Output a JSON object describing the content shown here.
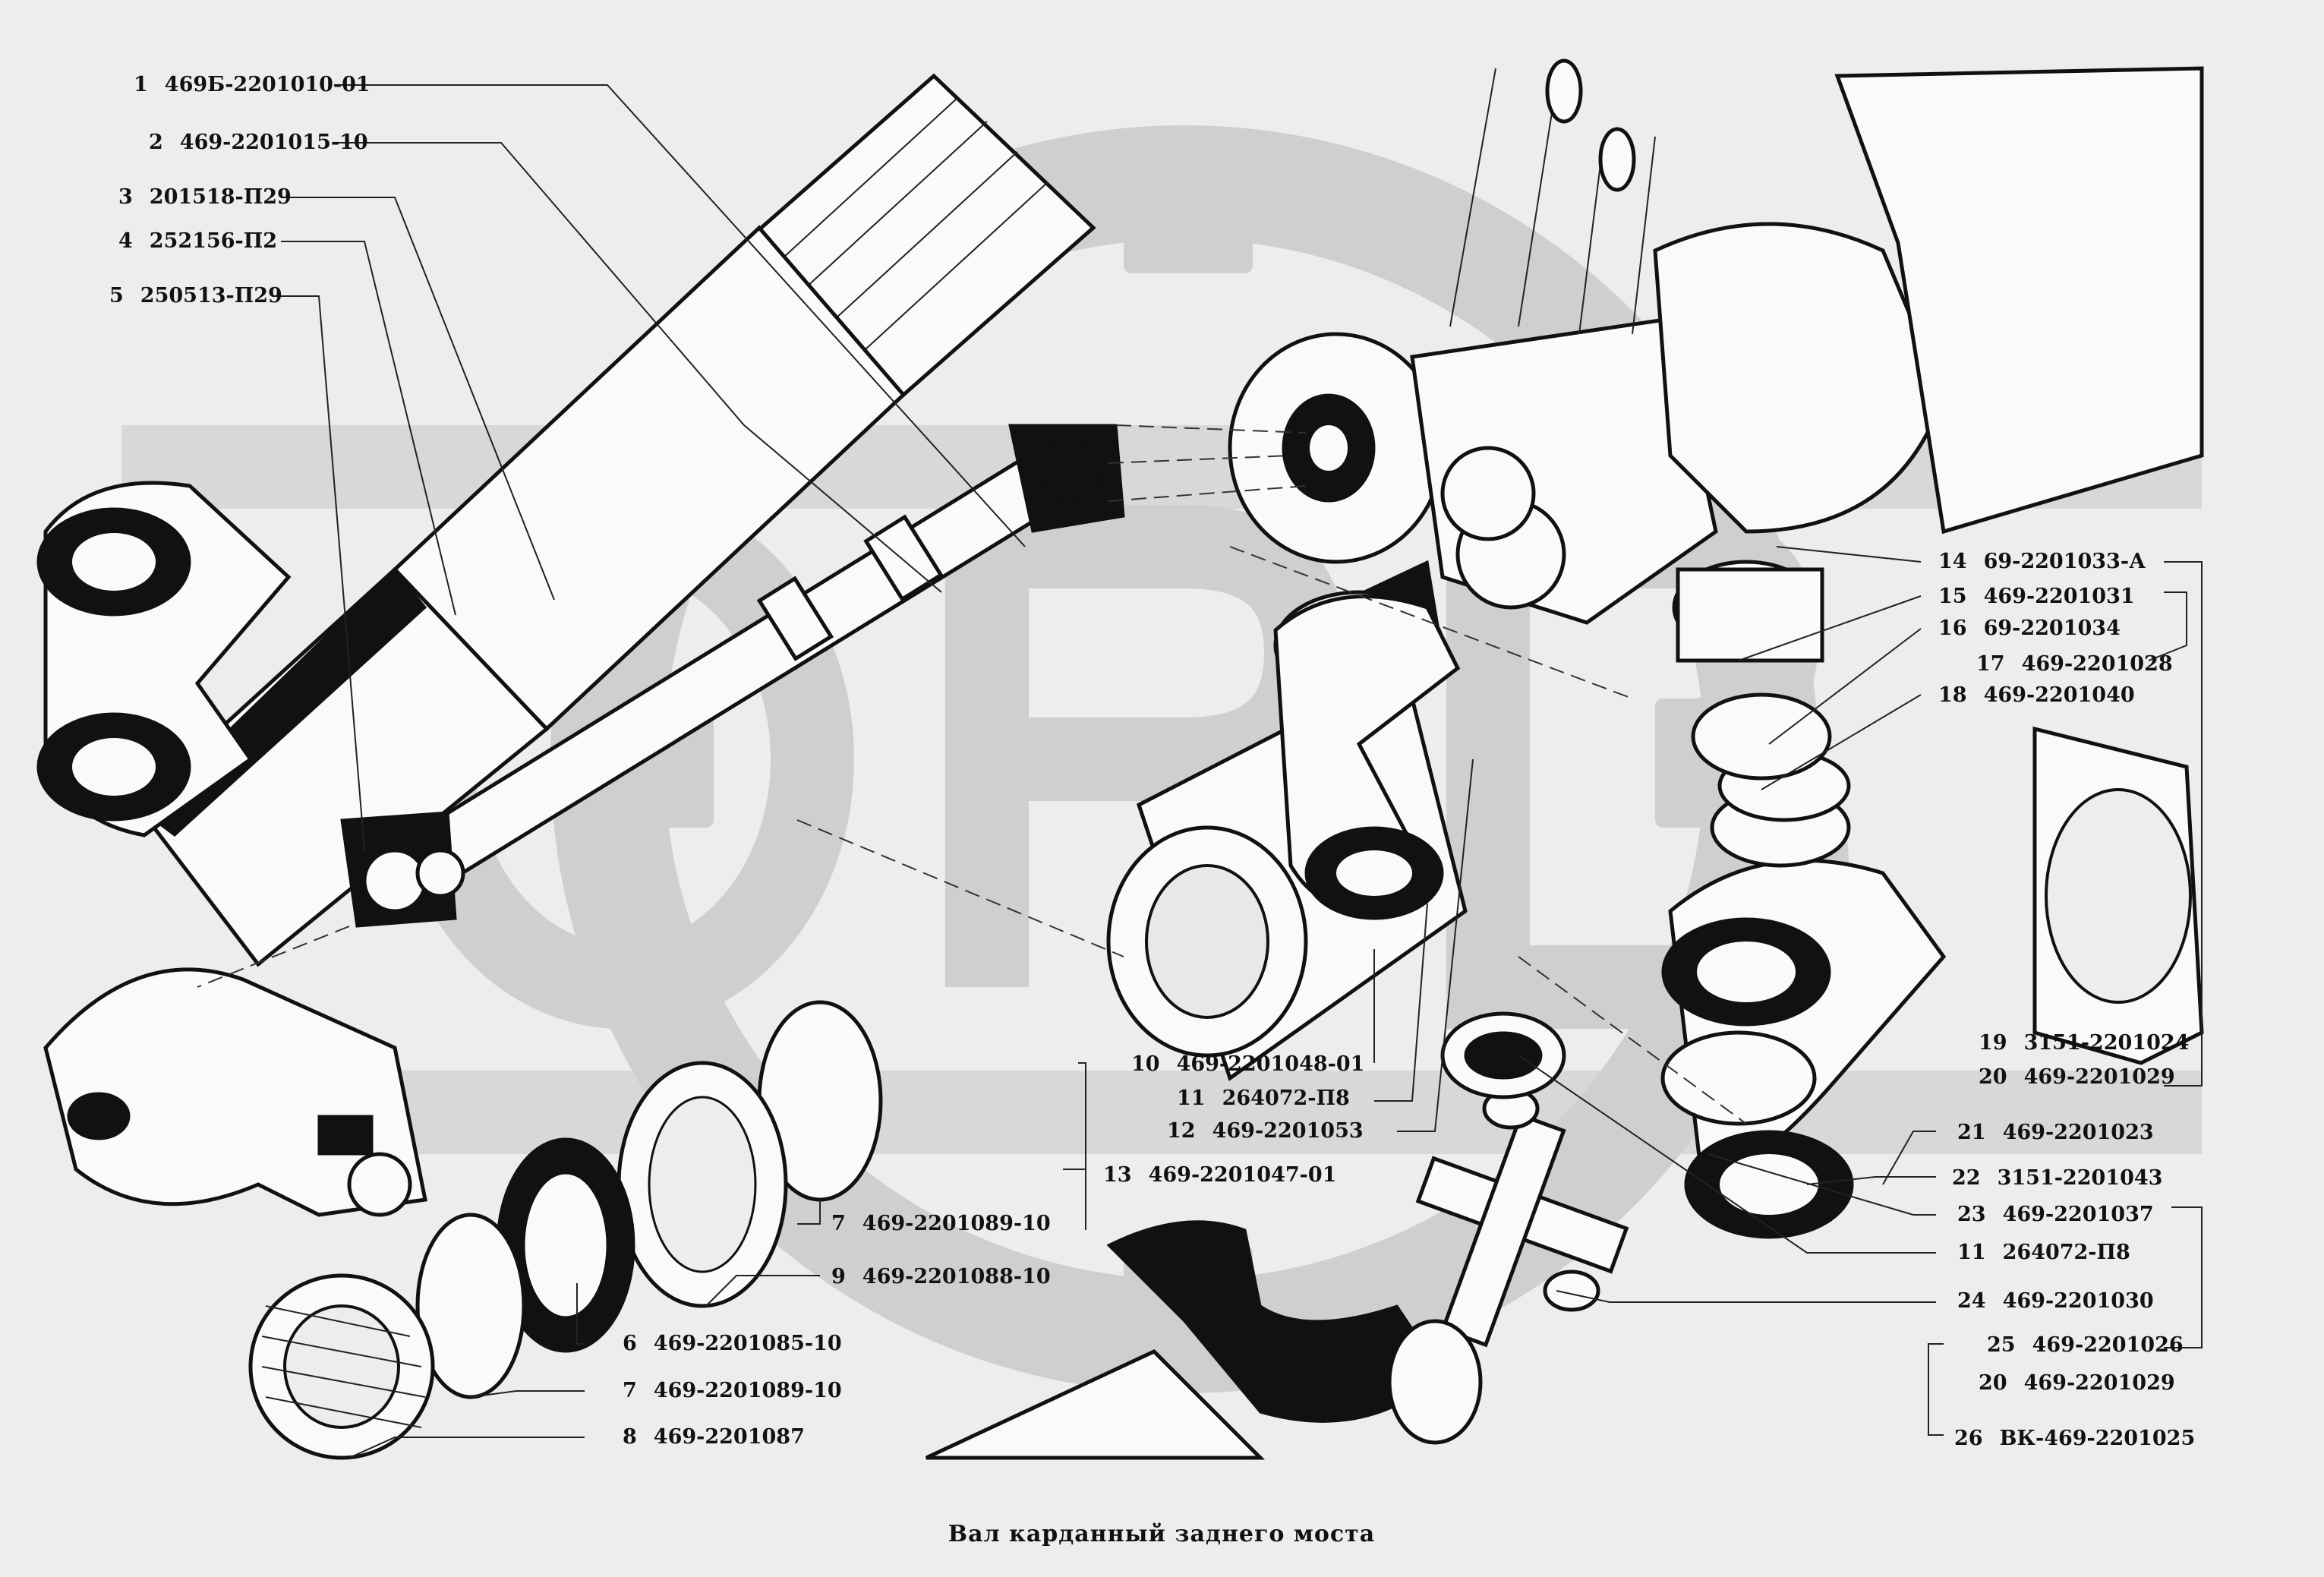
{
  "caption": "Вал карданный заднего моста",
  "callouts": [
    {
      "num": "1",
      "code": "469Б-2201010-01"
    },
    {
      "num": "2",
      "code": "469-2201015-10"
    },
    {
      "num": "3",
      "code": "201518-П29"
    },
    {
      "num": "4",
      "code": "252156-П2"
    },
    {
      "num": "5",
      "code": "250513-П29"
    },
    {
      "num": "14",
      "code": "69-2201033-А"
    },
    {
      "num": "15",
      "code": "469-2201031"
    },
    {
      "num": "16",
      "code": "69-2201034"
    },
    {
      "num": "17",
      "code": "469-2201028"
    },
    {
      "num": "18",
      "code": "469-2201040"
    },
    {
      "num": "19",
      "code": "3151-2201024"
    },
    {
      "num": "20",
      "code": "469-2201029"
    },
    {
      "num": "10",
      "code": "469-2201048-01"
    },
    {
      "num": "11",
      "code": "264072-П8"
    },
    {
      "num": "12",
      "code": "469-2201053"
    },
    {
      "num": "13",
      "code": "469-2201047-01"
    },
    {
      "num": "21",
      "code": "469-2201023"
    },
    {
      "num": "22",
      "code": "3151-2201043"
    },
    {
      "num": "23",
      "code": "469-2201037"
    },
    {
      "num": "11",
      "code": "264072-П8"
    },
    {
      "num": "24",
      "code": "469-2201030"
    },
    {
      "num": "25",
      "code": "469-2201026"
    },
    {
      "num": "20",
      "code": "469-2201029"
    },
    {
      "num": "26",
      "code": "ВК-469-2201025"
    },
    {
      "num": "7",
      "code": "469-2201089-10"
    },
    {
      "num": "9",
      "code": "469-2201088-10"
    },
    {
      "num": "6",
      "code": "469-2201085-10"
    },
    {
      "num": "7",
      "code": "469-2201089-10"
    },
    {
      "num": "8",
      "code": "469-2201087"
    }
  ]
}
